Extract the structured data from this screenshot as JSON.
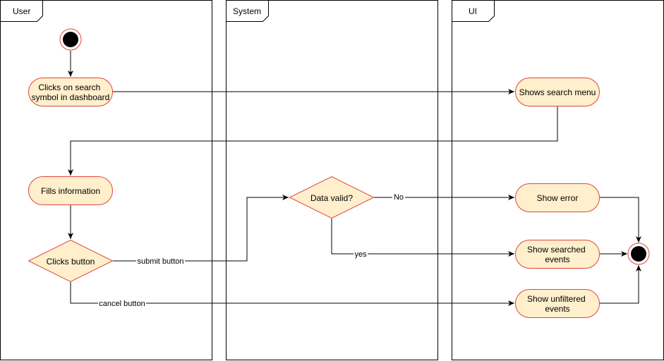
{
  "lanes": {
    "user": "User",
    "system": "System",
    "ui": "UI"
  },
  "nodes": {
    "clicks_search": [
      "Clicks on search",
      "symbol in dashboard"
    ],
    "fills_information": "Fills information",
    "clicks_button": "Clicks button",
    "data_valid": "Data valid?",
    "shows_search_menu": "Shows search menu",
    "show_error": "Show error",
    "show_searched_events": [
      "Show searched",
      "events"
    ],
    "show_unfiltered_events": [
      "Show unfiltered",
      "events"
    ]
  },
  "edge_labels": {
    "submit": "submit button",
    "cancel": "cancel button",
    "no": "No",
    "yes": "yes"
  },
  "colors": {
    "node_fill": "#ffefcc",
    "node_stroke": "#e0463c",
    "line": "#000000"
  }
}
